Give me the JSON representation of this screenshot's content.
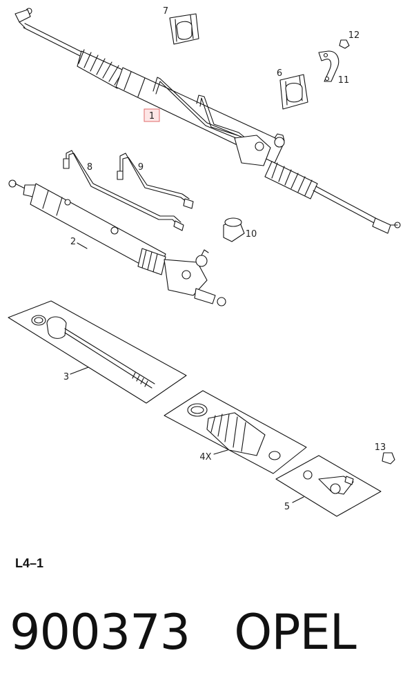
{
  "callouts": {
    "c1": "1",
    "c2": "2",
    "c3": "3",
    "c4": "4X",
    "c5": "5",
    "c6": "6",
    "c7": "7",
    "c8": "8",
    "c9": "9",
    "c10": "10",
    "c11": "11",
    "c12": "12",
    "c13": "13"
  },
  "page_code": "L4–1",
  "footer": {
    "part_number": "900373",
    "brand": "OPEL"
  }
}
